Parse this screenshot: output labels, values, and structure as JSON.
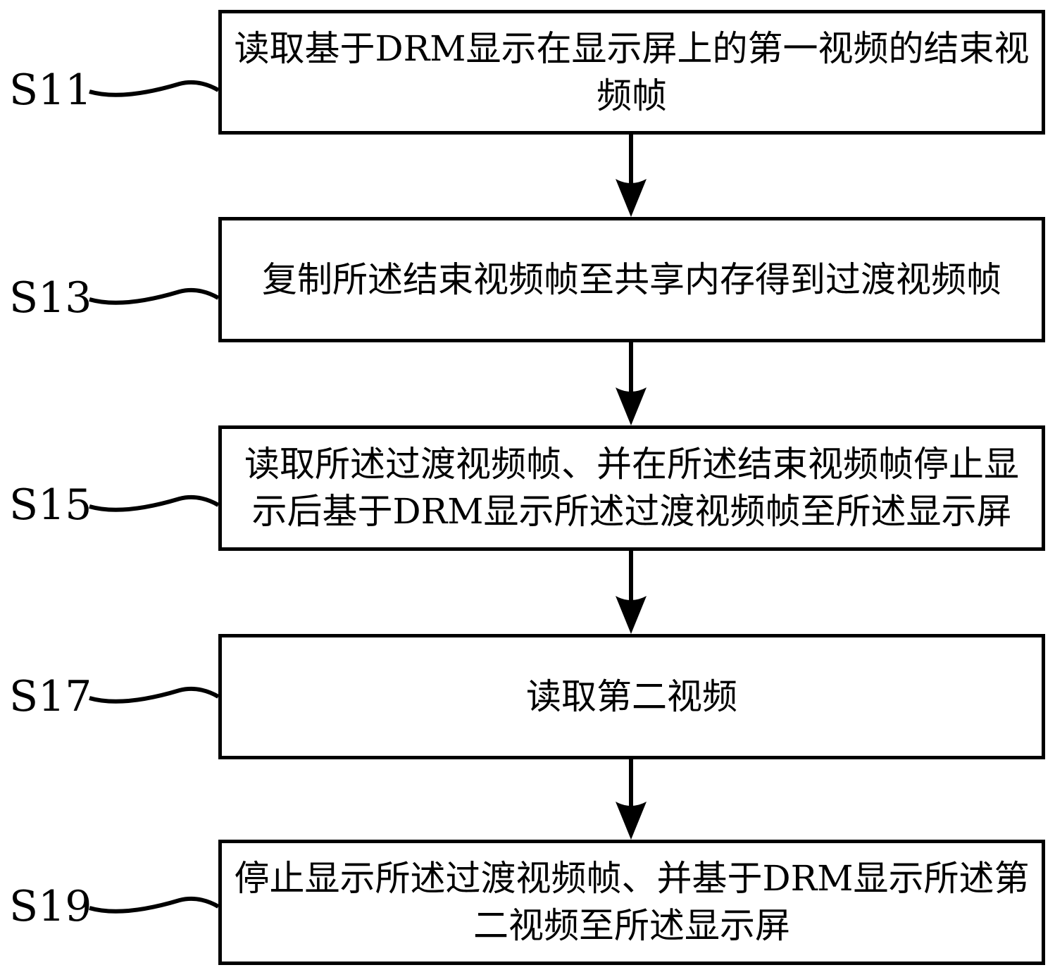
{
  "diagram": {
    "title": "DRM video transition flowchart",
    "colors": {
      "background": "#ffffff",
      "line": "#000000",
      "text": "#000000"
    },
    "steps": [
      {
        "label": "S11",
        "lines": {
          "l1": "读取基于DRM显示在显示屏上的第一视频的结束视",
          "l2": "频帧"
        }
      },
      {
        "label": "S13",
        "lines": {
          "l1": "复制所述结束视频帧至共享内存得到过渡视频帧"
        }
      },
      {
        "label": "S15",
        "lines": {
          "l1": "读取所述过渡视频帧、并在所述结束视频帧停止显",
          "l2": "示后基于DRM显示所述过渡视频帧至所述显示屏"
        }
      },
      {
        "label": "S17",
        "lines": {
          "l1": "读取第二视频"
        }
      },
      {
        "label": "S19",
        "lines": {
          "l1": "停止显示所述过渡视频帧、并基于DRM显示所述第",
          "l2": "二视频至所述显示屏"
        }
      }
    ]
  }
}
